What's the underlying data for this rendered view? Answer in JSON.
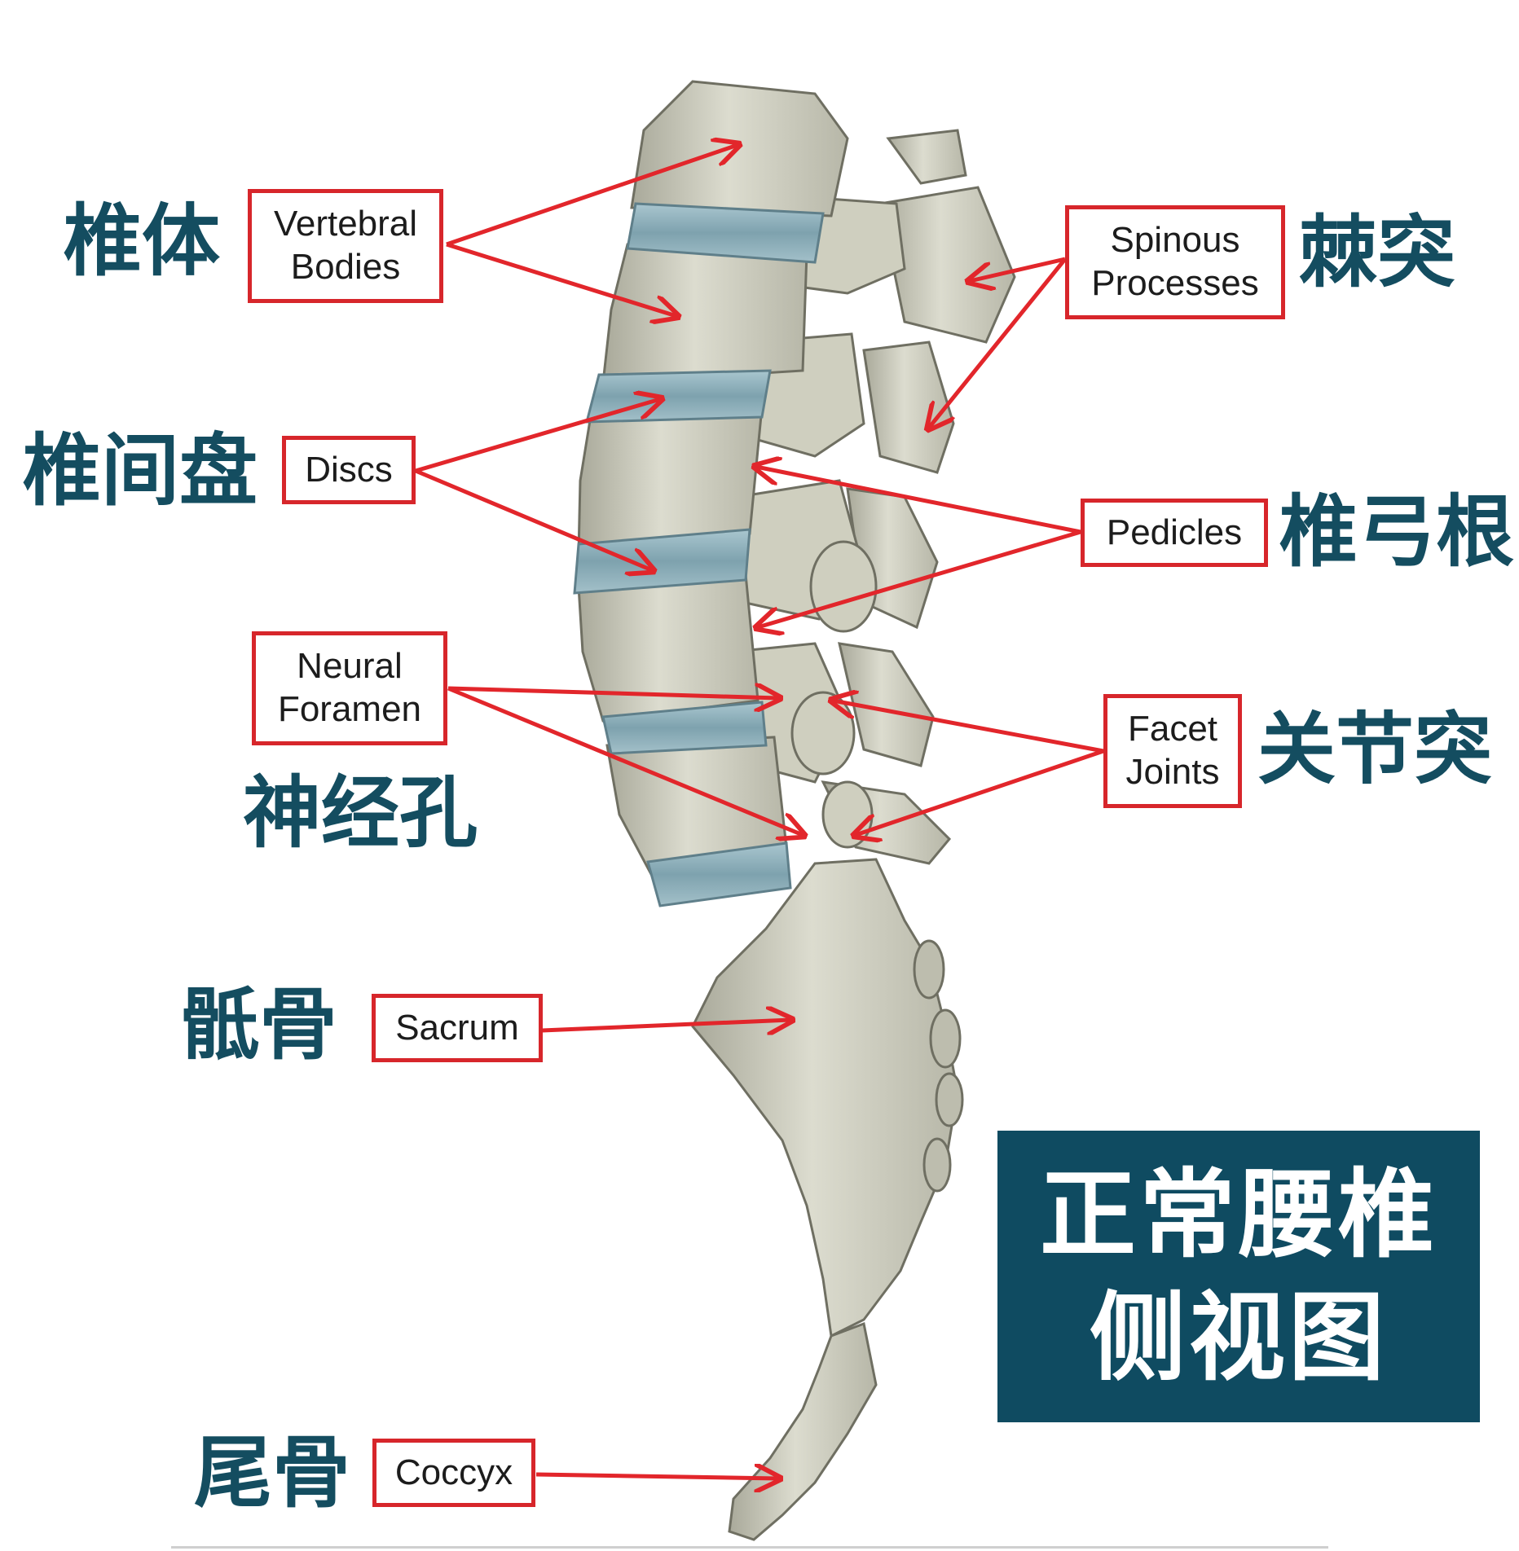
{
  "colors": {
    "bone": "#d8d8c9",
    "bone_shadow": "#8d8d7e",
    "disc": "#8fb3bf",
    "arrow": "#e2262b",
    "label_zh": "#144d60",
    "title_bg": "#0f4b61",
    "title_text": "#ffffff"
  },
  "labels": {
    "vertebral_bodies": {
      "en": "Vertebral\nBodies",
      "zh": "椎体"
    },
    "discs": {
      "en": "Discs",
      "zh": "椎间盘"
    },
    "neural_foramen": {
      "en": "Neural\nForamen",
      "zh": "神经孔"
    },
    "sacrum": {
      "en": "Sacrum",
      "zh": "骶骨"
    },
    "coccyx": {
      "en": "Coccyx",
      "zh": "尾骨"
    },
    "spinous_processes": {
      "en": "Spinous\nProcesses",
      "zh": "棘突"
    },
    "pedicles": {
      "en": "Pedicles",
      "zh": "椎弓根"
    },
    "facet_joints": {
      "en": "Facet\nJoints",
      "zh": "关节突"
    }
  },
  "title": {
    "line1": "正常腰椎",
    "line2": "侧视图"
  },
  "icons": {
    "arrow": "arrow-icon"
  }
}
